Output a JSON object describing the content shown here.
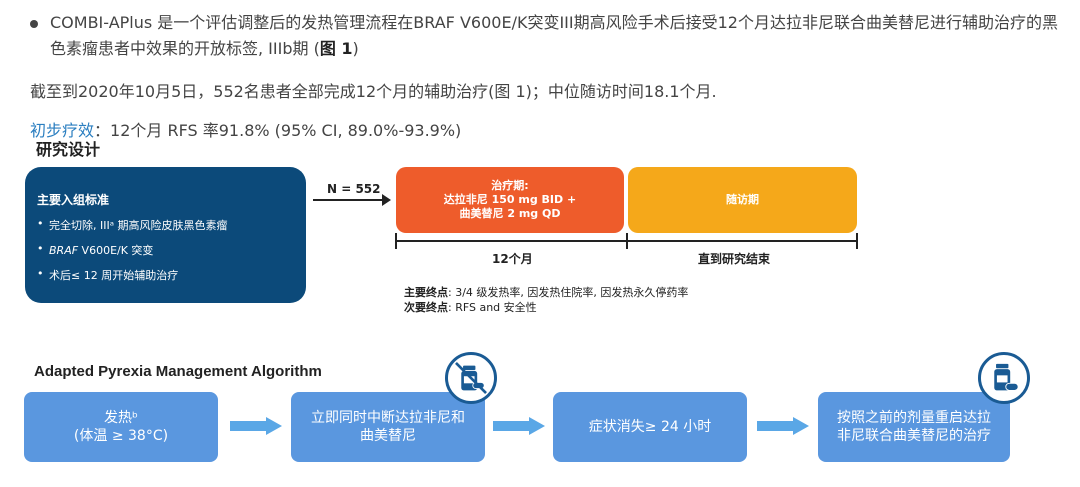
{
  "intro": {
    "bullet_text": "COMBI-APlus 是一个评估调整后的发热管理流程在BRAF V600E/K突变III期高风险手术后接受12个月达拉非尼联合曲美替尼进行辅助治疗的黑色素瘤患者中效果的开放标签, IIIb期 (",
    "bullet_ref": "图 1",
    "bullet_tail": ")"
  },
  "summary": "截至到2020年10月5日，552名患者全部完成12个月的辅助治疗(图 1)；中位随访时间18.1个月.",
  "result": {
    "label": "初步疗效",
    "text": "：12个月 RFS 率91.8% (95% CI, 89.0%-93.9%)"
  },
  "study_design": {
    "title": "研究设计",
    "criteria_title": "主要入组标准",
    "criteria": [
      "完全切除, IIIᵃ 期高风险皮肤黑色素瘤",
      "V600E/K 突变",
      "术后≤ 12 周开始辅助治疗"
    ],
    "criteria_gene": "BRAF",
    "n_label": "N = 552",
    "treatment_title": "治疗期:",
    "treatment_line1": "达拉非尼 150 mg BID +",
    "treatment_line2": "曲美替尼 2 mg QD",
    "followup": "随访期",
    "period_treatment": "12个月",
    "period_followup": "直到研究结束",
    "primary_label": "主要终点",
    "primary_text": ": 3/4 级发热率, 因发热住院率, 因发热永久停药率",
    "secondary_label": "次要终点",
    "secondary_text": ": RFS and 安全性"
  },
  "algorithm": {
    "title": "Adapted Pyrexia Management Algorithm",
    "step1_line1": "发热ᵇ",
    "step1_line2": "(体温 ≥ 38°C)",
    "step2_line1": "立即同时中断达拉非尼和",
    "step2_line2": "曲美替尼",
    "step3": "症状消失≥ 24 小时",
    "step4_line1": "按照之前的剂量重启达拉",
    "step4_line2": "非尼联合曲美替尼的治疗"
  },
  "colors": {
    "navy": "#0c4a7a",
    "orange": "#ee5c2b",
    "amber": "#f5a81a",
    "box_blue": "#5a97df",
    "arrow_blue": "#5aa7e6",
    "link_blue": "#2a7ec0"
  }
}
